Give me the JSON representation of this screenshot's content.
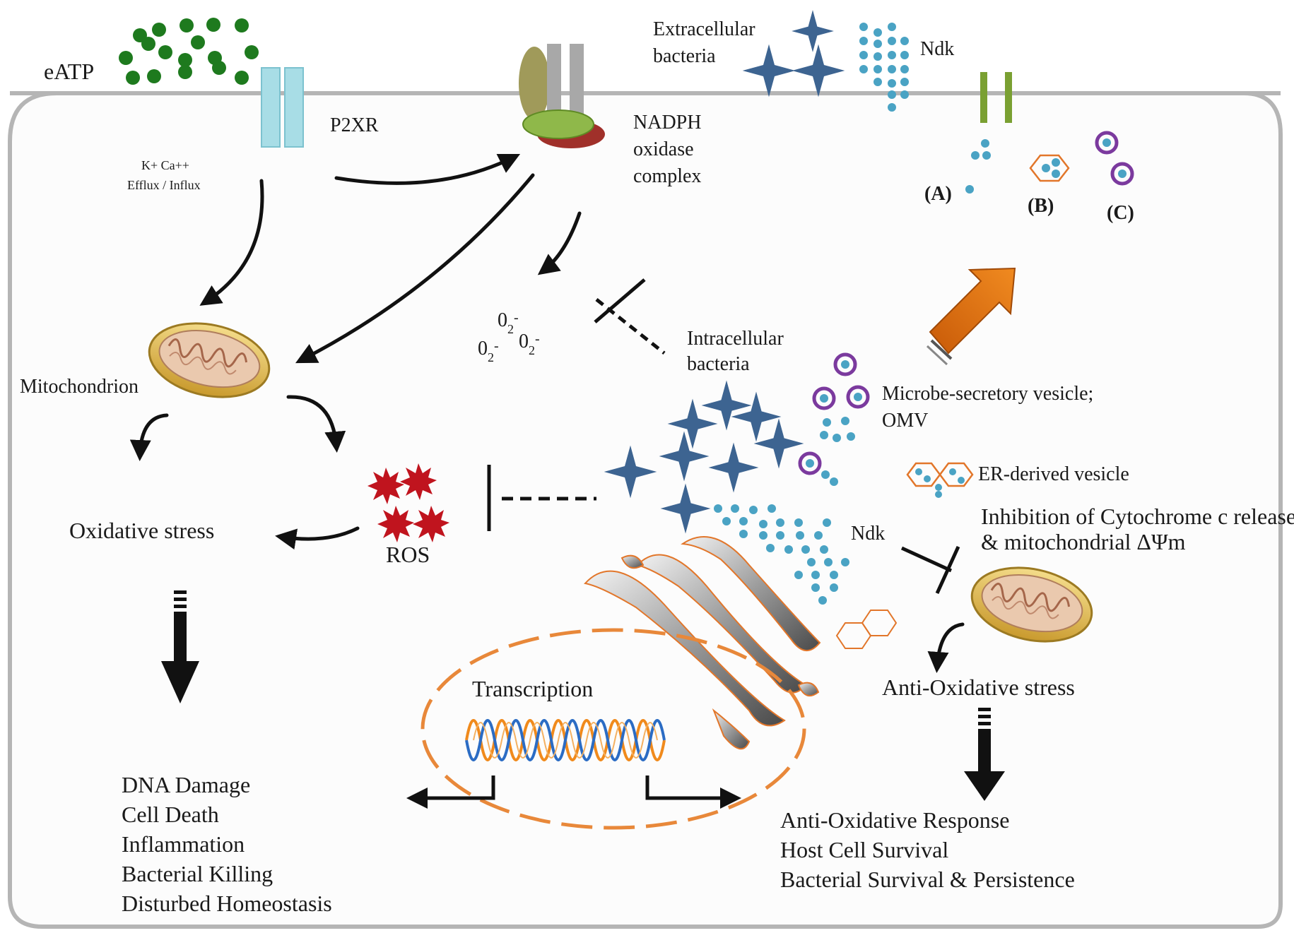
{
  "labels": {
    "eatp": "eATP",
    "p2xr": "P2XR",
    "k_ca": "K+ Ca++",
    "efflux_influx": "Efflux / Influx",
    "nadph_1": "NADPH",
    "nadph_2": "oxidase",
    "nadph_3": "complex",
    "extracellular_1": "Extracellular",
    "extracellular_2": "bacteria",
    "ndk_top": "Ndk",
    "a": "(A)",
    "b": "(B)",
    "c": "(C)",
    "superoxide_base": "0",
    "superoxide_sub": "2",
    "superoxide_sup": "-",
    "intracellular_1": "Intracellular",
    "intracellular_2": "bacteria",
    "mitochondrion": "Mitochondrion",
    "microbe_vesicle": "Microbe-secretory vesicle;",
    "omv": "OMV",
    "er_vesicle": "ER-derived  vesicle",
    "ndk_mid": "Ndk",
    "inhibition_1": "Inhibition of Cytochrome c release",
    "inhibition_2": "& mitochondrial   ΔΨm",
    "oxidative_stress": "Oxidative  stress",
    "ros": "ROS",
    "anti_oxidative": "Anti-Oxidative  stress",
    "transcription": "Transcription"
  },
  "outcomes_left": [
    "DNA Damage",
    "Cell Death",
    "Inflammation",
    "Bacterial Killing",
    "Disturbed Homeostasis"
  ],
  "outcomes_right": [
    "Anti-Oxidative  Response",
    "Host Cell Survival",
    "Bacterial Survival  &  Persistence"
  ],
  "colors": {
    "membrane": "#b5b5b5",
    "eatp_dot": "#1e7a1e",
    "p2xr": "#a8dde6",
    "bacteria": "#3d6491",
    "ndk_dot": "#4aa3c4",
    "vesicle_ring": "#7b3a9e",
    "er_vesicle": "#e2762a",
    "ros": "#c0141e",
    "arrow_up": "#e2700f",
    "mito_outer": "#d8b24a",
    "mito_inner": "#e8c3a6",
    "dna_1": "#f08a1c",
    "dna_2": "#2b6cc4",
    "nucleus": "#e8883a",
    "nadph_olive": "#a09a5a",
    "nadph_grey": "#a8a8a8",
    "nadph_green": "#8fb84a",
    "nadph_red": "#a0302a",
    "channel_green": "#7aa032"
  }
}
